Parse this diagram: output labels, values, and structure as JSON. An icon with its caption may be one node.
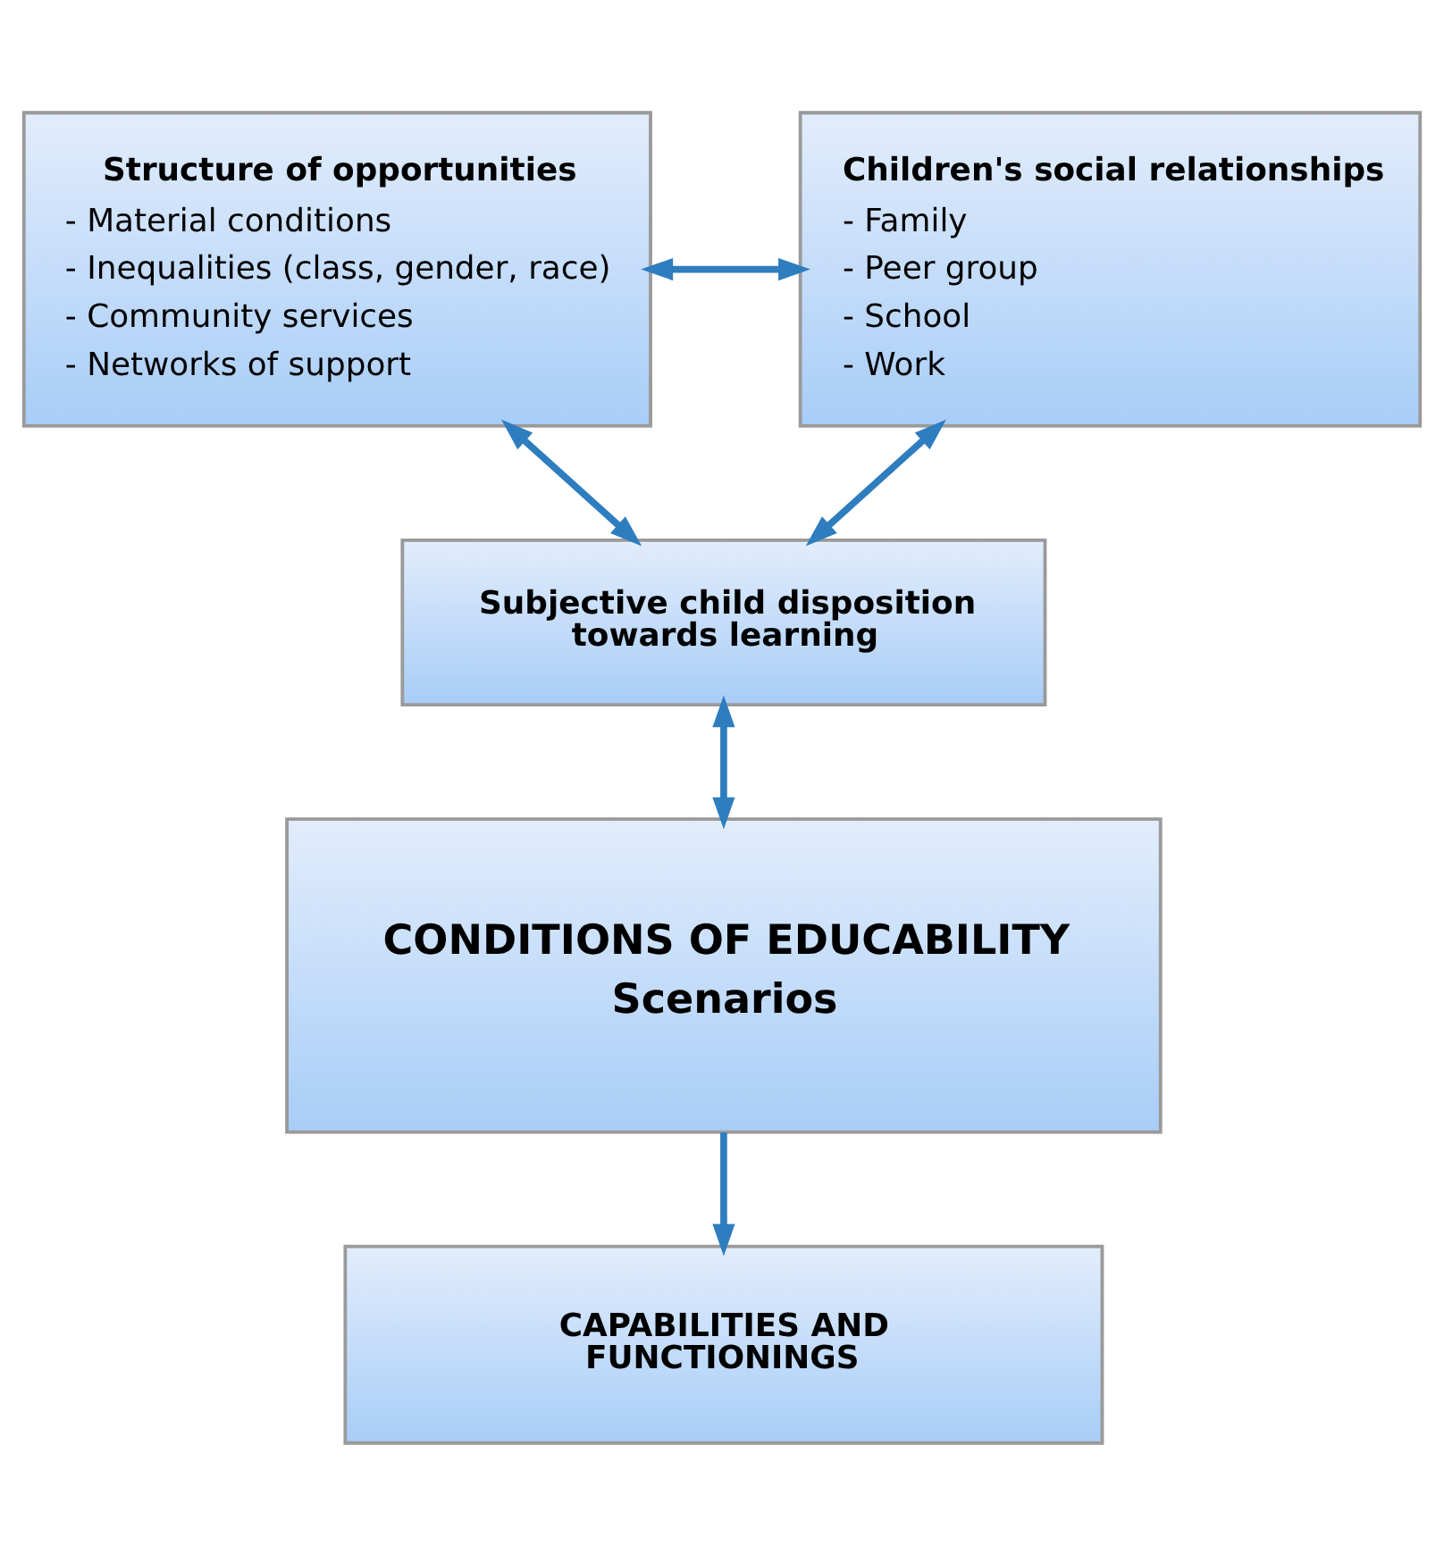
{
  "diagram": {
    "nodes": [
      {
        "text": [
          "Structure of opportunities",
          "- Material conditions",
          "- Inequalities (class, gender, race)",
          "- Community services",
          "- Networks of support"
        ]
      },
      {
        "text": [
          "Children's social relationships",
          "- Family",
          "- Peer group",
          "- School",
          "- Work"
        ]
      },
      {
        "text": [
          "Subjective child disposition towards learning"
        ]
      },
      {
        "text": [
          "CONDITIONS OF EDUCABILITY",
          "Scenarios"
        ]
      },
      {
        "text": [
          "CAPABILITIES AND FUNCTIONINGS"
        ]
      }
    ],
    "edges": [
      {
        "from": 0,
        "to": 1,
        "arrow": "both"
      },
      {
        "from": 0,
        "to": 2,
        "arrow": "both"
      },
      {
        "from": 1,
        "to": 2,
        "arrow": "both"
      },
      {
        "from": 2,
        "to": 3,
        "arrow": "both"
      },
      {
        "from": 3,
        "to": 4,
        "arrow": "to"
      }
    ]
  }
}
